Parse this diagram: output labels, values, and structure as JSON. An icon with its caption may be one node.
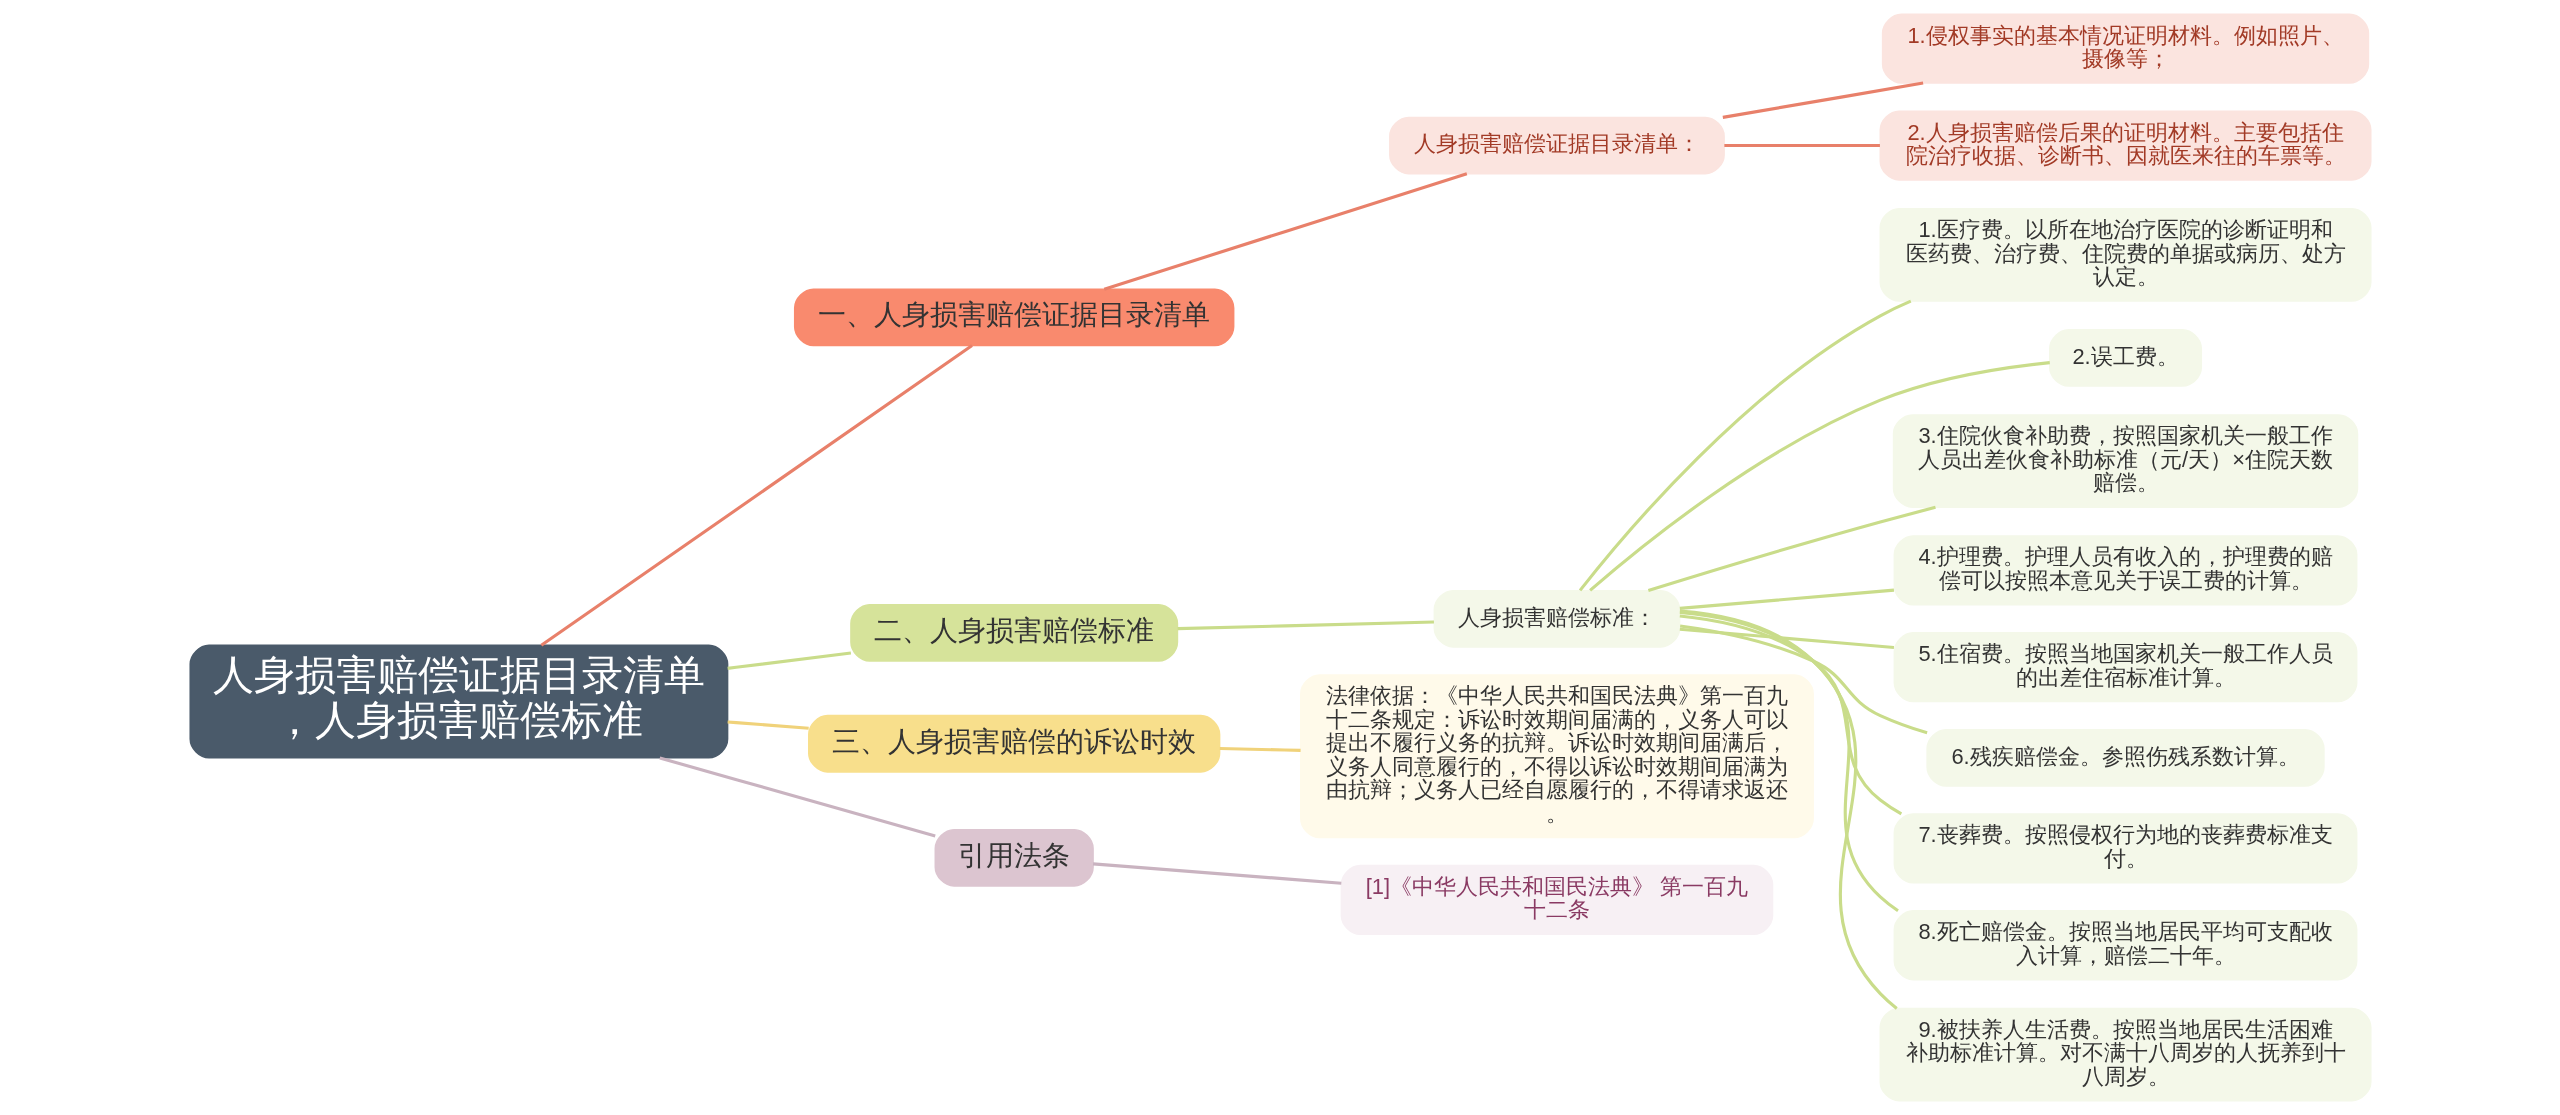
{
  "diagram": {
    "nodes": [
      {
        "text": [
          "人身损害赔偿证据目录清单，人身损害赔偿标准"
        ]
      },
      {
        "text": [
          "一、人身损害赔偿证据目录清单"
        ]
      },
      {
        "text": [
          "人身损害赔偿证据目录清单："
        ]
      },
      {
        "text": [
          "1.侵权事实的基本情况证明材料。例如照片、摄像等；"
        ]
      },
      {
        "text": [
          "2.人身损害赔偿后果的证明材料。主要包括住院治疗收据、诊断书、因就医来往的车票等。"
        ]
      },
      {
        "text": [
          "二、人身损害赔偿标准"
        ]
      },
      {
        "text": [
          "人身损害赔偿标准："
        ]
      },
      {
        "text": [
          "1.医疗费。以所在地治疗医院的诊断证明和医药费、治疗费、住院费的单据或病历、处方认定。"
        ]
      },
      {
        "text": [
          "2.误工费。"
        ]
      },
      {
        "text": [
          "3.住院伙食补助费，按照国家机关一般工作人员出差伙食补助标准（元/天）×住院天数赔偿。"
        ]
      },
      {
        "text": [
          "4.护理费。护理人员有收入的，护理费的赔偿可以按照本意见关于误工费的计算。"
        ]
      },
      {
        "text": [
          "5.住宿费。按照当地国家机关一般工作人员的出差住宿标准计算。"
        ]
      },
      {
        "text": [
          "6.残疾赔偿金。参照伤残系数计算。"
        ]
      },
      {
        "text": [
          "7.丧葬费。按照侵权行为地的丧葬费标准支付。"
        ]
      },
      {
        "text": [
          "8.死亡赔偿金。按照当地居民平均可支配收入计算，赔偿二十年。"
        ]
      },
      {
        "text": [
          "9.被扶养人生活费。按照当地居民生活困难补助标准计算。对不满十八周岁的人抚养到十八周岁。"
        ]
      },
      {
        "text": [
          "三、人身损害赔偿的诉讼时效"
        ]
      },
      {
        "text": [
          "法律依据：《中华人民共和国民法典》第一百九十二条规定：诉讼时效期间届满的，义务人可以提出不履行义务的抗辩。诉讼时效期间届满后，义务人同意履行的，不得以诉讼时效期间届满为由抗辩；义务人已经自愿履行的，不得请求返还。"
        ]
      },
      {
        "text": [
          "引用法条"
        ]
      },
      {
        "text": [
          "[1]《中华人民共和国民法典》 第一百九十二条"
        ]
      }
    ],
    "edges": [
      {
        "from": 0,
        "to": 1,
        "arrow": "none",
        "color": "#e8806a"
      },
      {
        "from": 1,
        "to": 2,
        "arrow": "none",
        "color": "#e8806a"
      },
      {
        "from": 2,
        "to": 3,
        "arrow": "none",
        "color": "#e8806a"
      },
      {
        "from": 2,
        "to": 4,
        "arrow": "none",
        "color": "#e8806a"
      },
      {
        "from": 0,
        "to": 5,
        "arrow": "none"
      },
      {
        "from": 5,
        "to": 6,
        "arrow": "none"
      },
      {
        "from": 6,
        "to": 7,
        "arrow": "none"
      },
      {
        "from": 6,
        "to": 8,
        "arrow": "none"
      },
      {
        "from": 6,
        "to": 9,
        "arrow": "none"
      },
      {
        "from": 6,
        "to": 10,
        "arrow": "none"
      },
      {
        "from": 6,
        "to": 11,
        "arrow": "none"
      },
      {
        "from": 6,
        "to": 12,
        "arrow": "none"
      },
      {
        "from": 6,
        "to": 13,
        "arrow": "none"
      },
      {
        "from": 6,
        "to": 14,
        "arrow": "none"
      },
      {
        "from": 6,
        "to": 15,
        "arrow": "none"
      },
      {
        "from": 0,
        "to": 16,
        "arrow": "none",
        "color": "#f0d27a"
      },
      {
        "from": 16,
        "to": 17,
        "arrow": "none",
        "color": "#f0d27a"
      },
      {
        "from": 0,
        "to": 18,
        "arrow": "none",
        "color": "#c9b3c0"
      },
      {
        "from": 18,
        "to": 19,
        "arrow": "none",
        "color": "#c9b3c0"
      }
    ]
  }
}
